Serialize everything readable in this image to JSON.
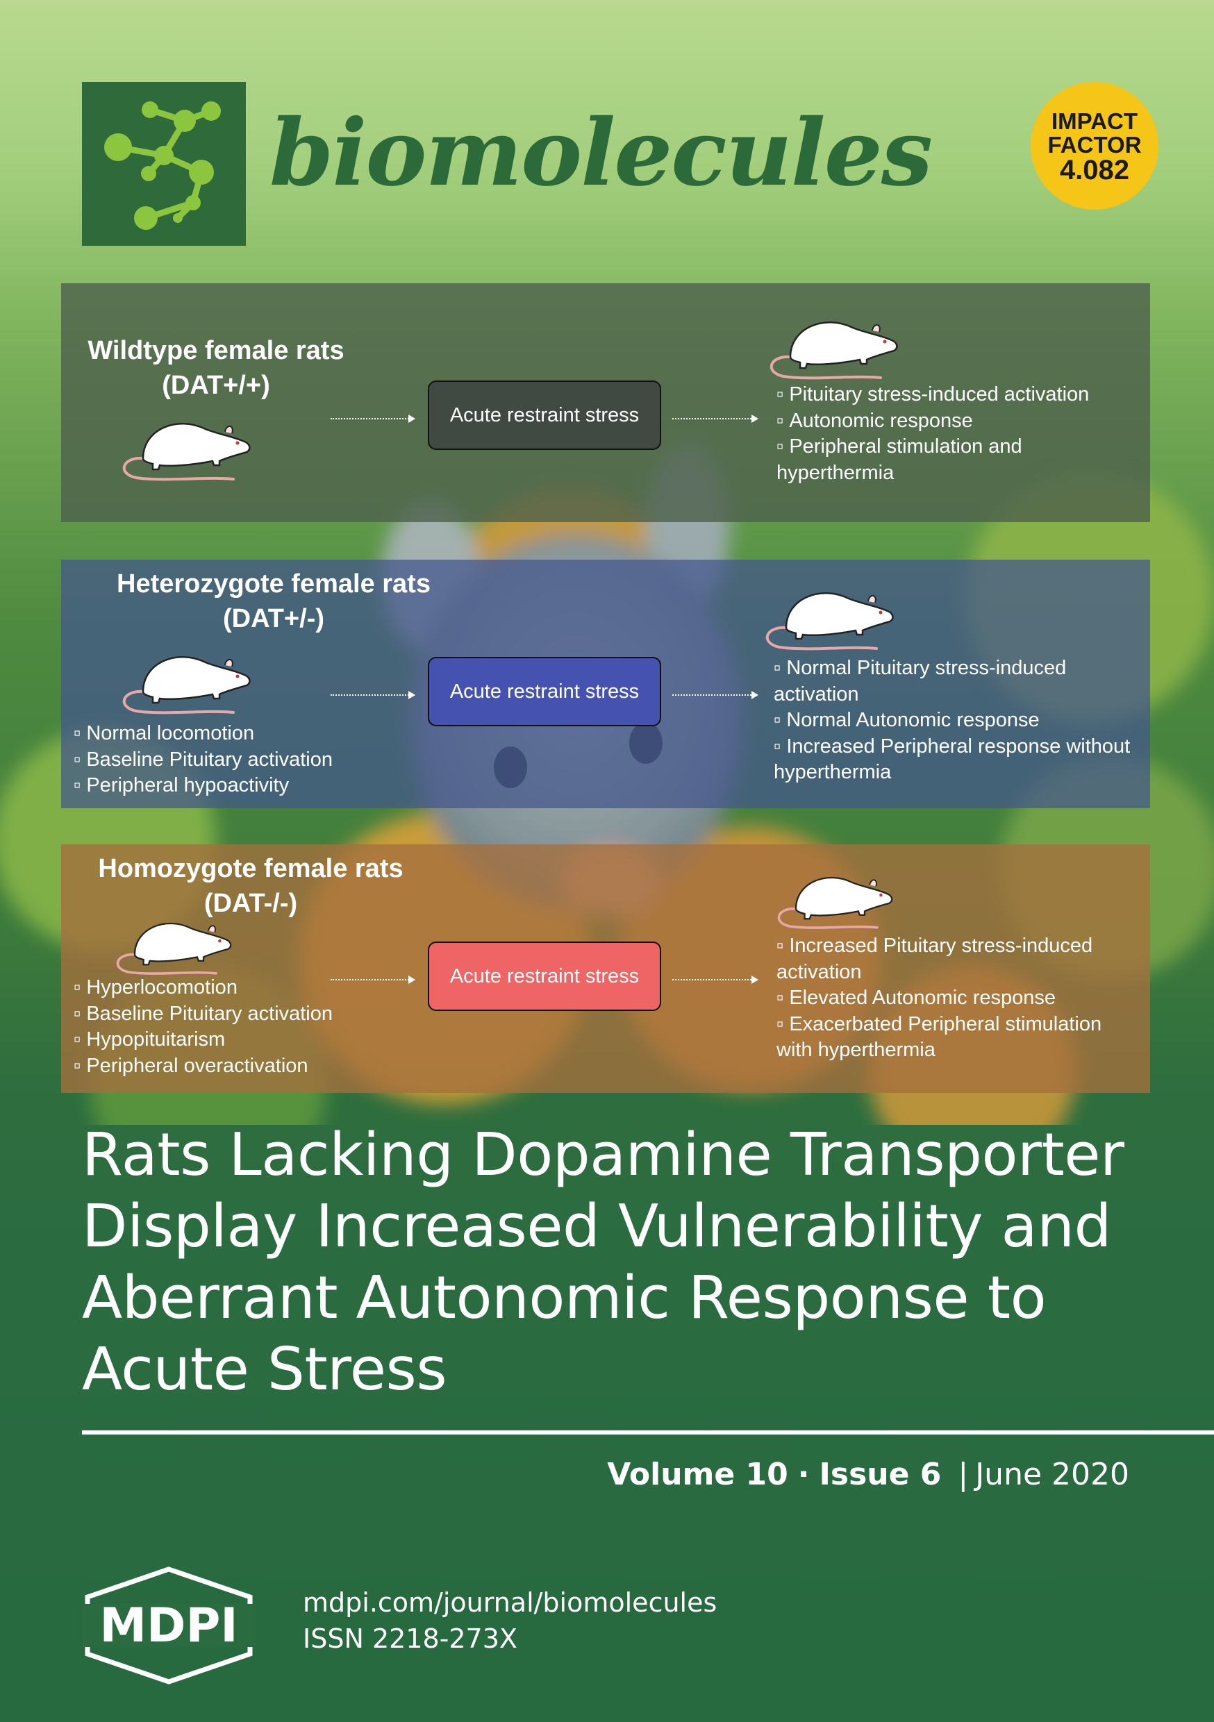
{
  "journal": {
    "name": "biomolecules"
  },
  "impact": {
    "line1": "IMPACT",
    "line2": "FACTOR",
    "value": "4.082"
  },
  "panels": [
    {
      "title_line1": "Wildtype female rats",
      "title_line2": "(DAT+/+)",
      "stress_label": "Acute restraint stress",
      "left_bullets": [],
      "right_bullets": [
        "Pituitary stress-induced activation",
        "Autonomic response",
        "Peripheral stimulation and hyperthermia"
      ]
    },
    {
      "title_line1": "Heterozygote female rats",
      "title_line2": "(DAT+/-)",
      "stress_label": "Acute restraint stress",
      "left_bullets": [
        "Normal locomotion",
        "Baseline Pituitary activation",
        "Peripheral hypoactivity"
      ],
      "right_bullets": [
        "Normal Pituitary stress-induced activation",
        "Normal Autonomic response",
        "Increased Peripheral response without hyperthermia"
      ]
    },
    {
      "title_line1": "Homozygote female rats",
      "title_line2": "(DAT-/-)",
      "stress_label": "Acute restraint stress",
      "left_bullets": [
        "Hyperlocomotion",
        "Baseline Pituitary activation",
        "Hypopituitarism",
        "Peripheral overactivation"
      ],
      "right_bullets": [
        "Increased Pituitary stress-induced activation",
        "Elevated Autonomic response",
        "Exacerbated Peripheral stimulation with hyperthermia"
      ]
    }
  ],
  "article": {
    "title": "Rats Lacking Dopamine Transporter Display Increased Vulnerability and Aberrant Autonomic Response to Acute Stress"
  },
  "issue": {
    "volume": "Volume 10",
    "dot": "·",
    "issue": "Issue 6",
    "divider": "|",
    "date": "June 2020"
  },
  "footer": {
    "publisher": "MDPI",
    "url": "mdpi.com/journal/biomolecules",
    "issn": "ISSN  2218-273X"
  },
  "colors": {
    "brand_green": "#2d6a3a",
    "impact_yellow": "#f5c518",
    "stress_dark": "#404a42",
    "stress_blue": "#4652b0",
    "stress_red": "#ef6464"
  }
}
